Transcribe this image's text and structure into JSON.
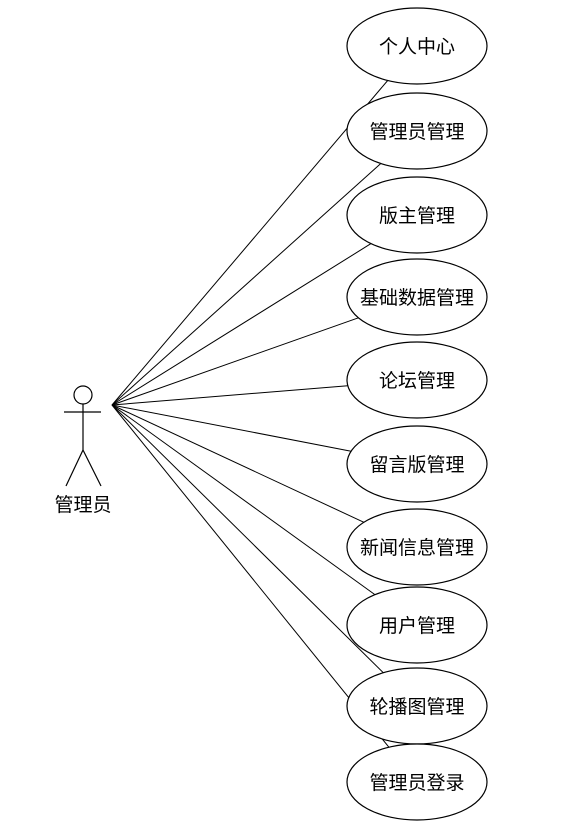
{
  "actor": {
    "name": "管理员"
  },
  "use_cases": [
    "个人中心",
    "管理员管理",
    "版主管理",
    "基础数据管理",
    "论坛管理",
    "留言版管理",
    "新闻信息管理",
    "用户管理",
    "轮播图管理",
    "管理员登录"
  ]
}
